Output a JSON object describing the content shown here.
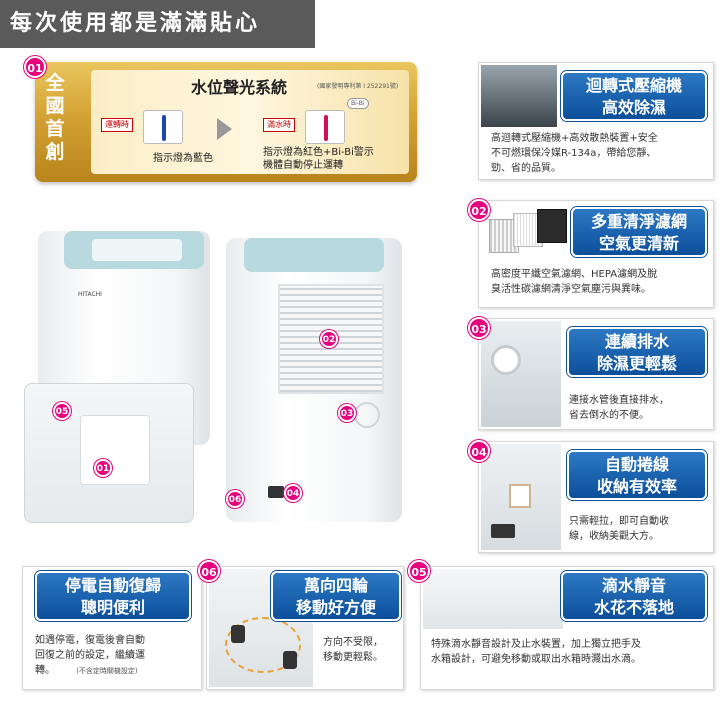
{
  "header": {
    "title": "每次使用都是滿滿貼心"
  },
  "water_alert": {
    "number": "01",
    "side_title": [
      "全",
      "國",
      "首",
      "創"
    ],
    "title": "水位聲光系統",
    "patent": "(國家發明專利第 I 252291號)",
    "left_tag": "運轉時",
    "left_caption": "指示燈為藍色",
    "right_tag": "滿水時",
    "bubble": "Bi-Bi",
    "right_caption_1": "指示燈為紅色+Bi-Bi警示",
    "right_caption_2": "機體自動停止運轉",
    "colors": {
      "blue": "#1e46b4",
      "red": "#d0105a"
    }
  },
  "product": {
    "brand": "HITACHI",
    "front_labels": [
      "05",
      "01"
    ],
    "back_labels": [
      "02",
      "03",
      "06",
      "04"
    ]
  },
  "features": [
    {
      "title_1": "迴轉式壓縮機",
      "title_2": "高效除濕",
      "desc_1": "高迴轉式壓縮機+高效散熱裝置+安全",
      "desc_2": "不可燃環保冷媒R-134a，帶給您靜、",
      "desc_3": "勁、省的品質。"
    },
    {
      "number": "02",
      "title_1": "多重清淨濾網",
      "title_2": "空氣更清新",
      "desc_1": "高密度平纖空氣濾網、HEPA濾網及脫",
      "desc_2": "臭活性碳濾網清淨空氣塵污與異味。"
    },
    {
      "number": "03",
      "title_1": "連續排水",
      "title_2": "除濕更輕鬆",
      "desc_1": "連接水管後直接排水，",
      "desc_2": "省去倒水的不便。"
    },
    {
      "number": "04",
      "title_1": "自動捲線",
      "title_2": "收納有效率",
      "desc_1": "只需輕拉，即可自動收",
      "desc_2": "線，收納美觀大方。"
    }
  ],
  "bottom": {
    "restart": {
      "title_1": "停電自動復歸",
      "title_2": "聰明便利",
      "desc_1": "如遇停電，復電後會自動",
      "desc_2": "回復之前的設定，繼續運",
      "desc_3": "轉。",
      "note": "(不含定時關機設定)"
    },
    "wheels": {
      "number": "06",
      "title_1": "萬向四輪",
      "title_2": "移動好方便",
      "desc_1": "方向不受限，",
      "desc_2": "移動更輕鬆。"
    },
    "drip": {
      "number": "05",
      "title_1": "滴水靜音",
      "title_2": "水花不落地",
      "desc_1": "特殊滴水靜音設計及止水裝置，加上獨立把手及",
      "desc_2": "水箱設計，可避免移動或取出水箱時濺出水滴。"
    }
  }
}
